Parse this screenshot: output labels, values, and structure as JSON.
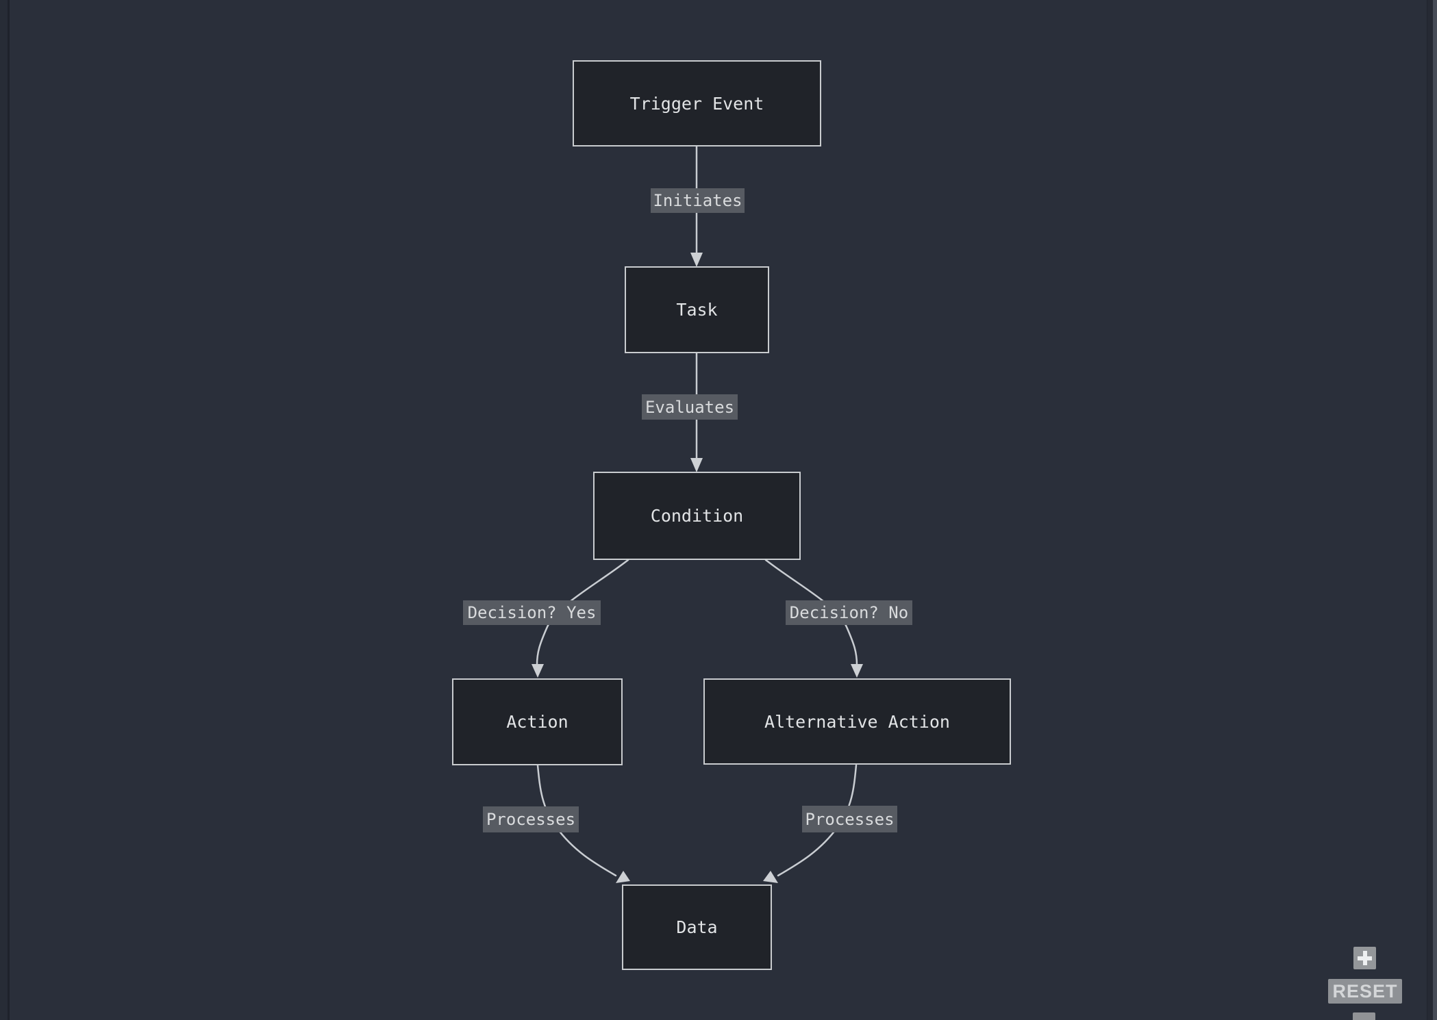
{
  "diagram": {
    "nodes": [
      {
        "id": "trigger-event",
        "label": "Trigger Event"
      },
      {
        "id": "task",
        "label": "Task"
      },
      {
        "id": "condition",
        "label": "Condition"
      },
      {
        "id": "action",
        "label": "Action"
      },
      {
        "id": "alternative-action",
        "label": "Alternative Action"
      },
      {
        "id": "data",
        "label": "Data"
      }
    ],
    "edges": [
      {
        "from": "Trigger Event",
        "to": "Task",
        "label": "Initiates"
      },
      {
        "from": "Task",
        "to": "Condition",
        "label": "Evaluates"
      },
      {
        "from": "Condition",
        "to": "Action",
        "label": "Decision? Yes"
      },
      {
        "from": "Condition",
        "to": "Alternative Action",
        "label": "Decision? No"
      },
      {
        "from": "Action",
        "to": "Data",
        "label": "Processes"
      },
      {
        "from": "Alternative Action",
        "to": "Data",
        "label": "Processes"
      }
    ]
  },
  "controls": {
    "zoom_in_icon": "plus-icon",
    "reset_label": "RESET"
  },
  "colors": {
    "background": "#2a2f3a",
    "node_fill": "#202329",
    "node_border": "#c9cccf",
    "node_text": "#e2e4e6",
    "edge_line": "#c9cdd2",
    "edge_label_bg": "#575b62",
    "edge_label_text": "#d9dbdd",
    "button_bg": "#8e9195",
    "button_text": "#d4d6d8"
  }
}
